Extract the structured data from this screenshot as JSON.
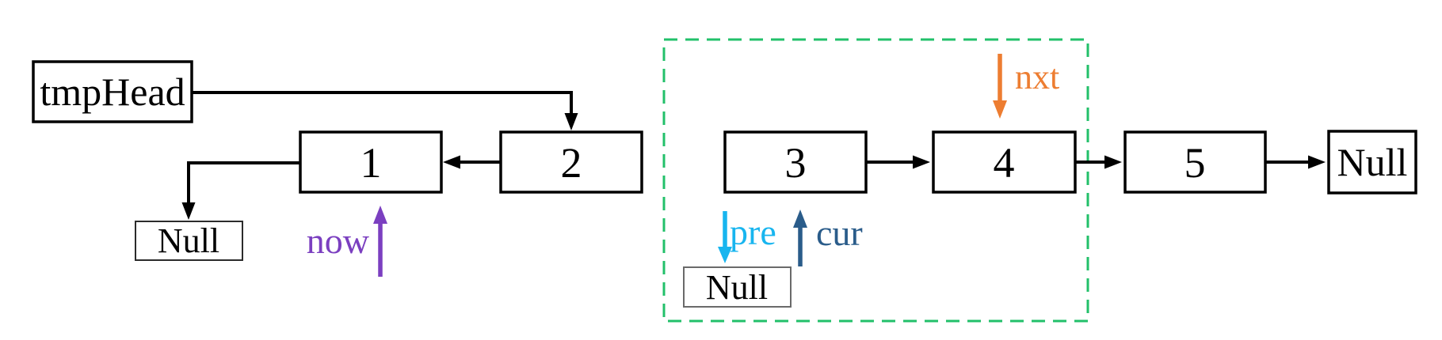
{
  "diagram": {
    "type": "linked-list-diagram",
    "boxes": {
      "tmp_head": {
        "label": "tmpHead"
      },
      "node1": {
        "label": "1"
      },
      "node2": {
        "label": "2"
      },
      "node3": {
        "label": "3"
      },
      "node4": {
        "label": "4"
      },
      "node5": {
        "label": "5"
      },
      "null_left": {
        "label": "Null"
      },
      "null_mid": {
        "label": "Null"
      },
      "null_right": {
        "label": "Null"
      }
    },
    "pointers": {
      "now": {
        "label": "now",
        "direction": "up",
        "target": "node1"
      },
      "pre": {
        "label": "pre",
        "direction": "down",
        "target": "null_mid"
      },
      "cur": {
        "label": "cur",
        "direction": "up",
        "target": "node3"
      },
      "nxt": {
        "label": "nxt",
        "direction": "down",
        "target": "node4"
      }
    },
    "colors": {
      "black": "#000000",
      "box_fill": "#ffffff",
      "now_purple": "#7B3FC0",
      "pre_cyan": "#18B5EF",
      "cur_blue": "#2A5C8A",
      "nxt_orange": "#ED7D31",
      "region_green": "#22C06A"
    }
  }
}
